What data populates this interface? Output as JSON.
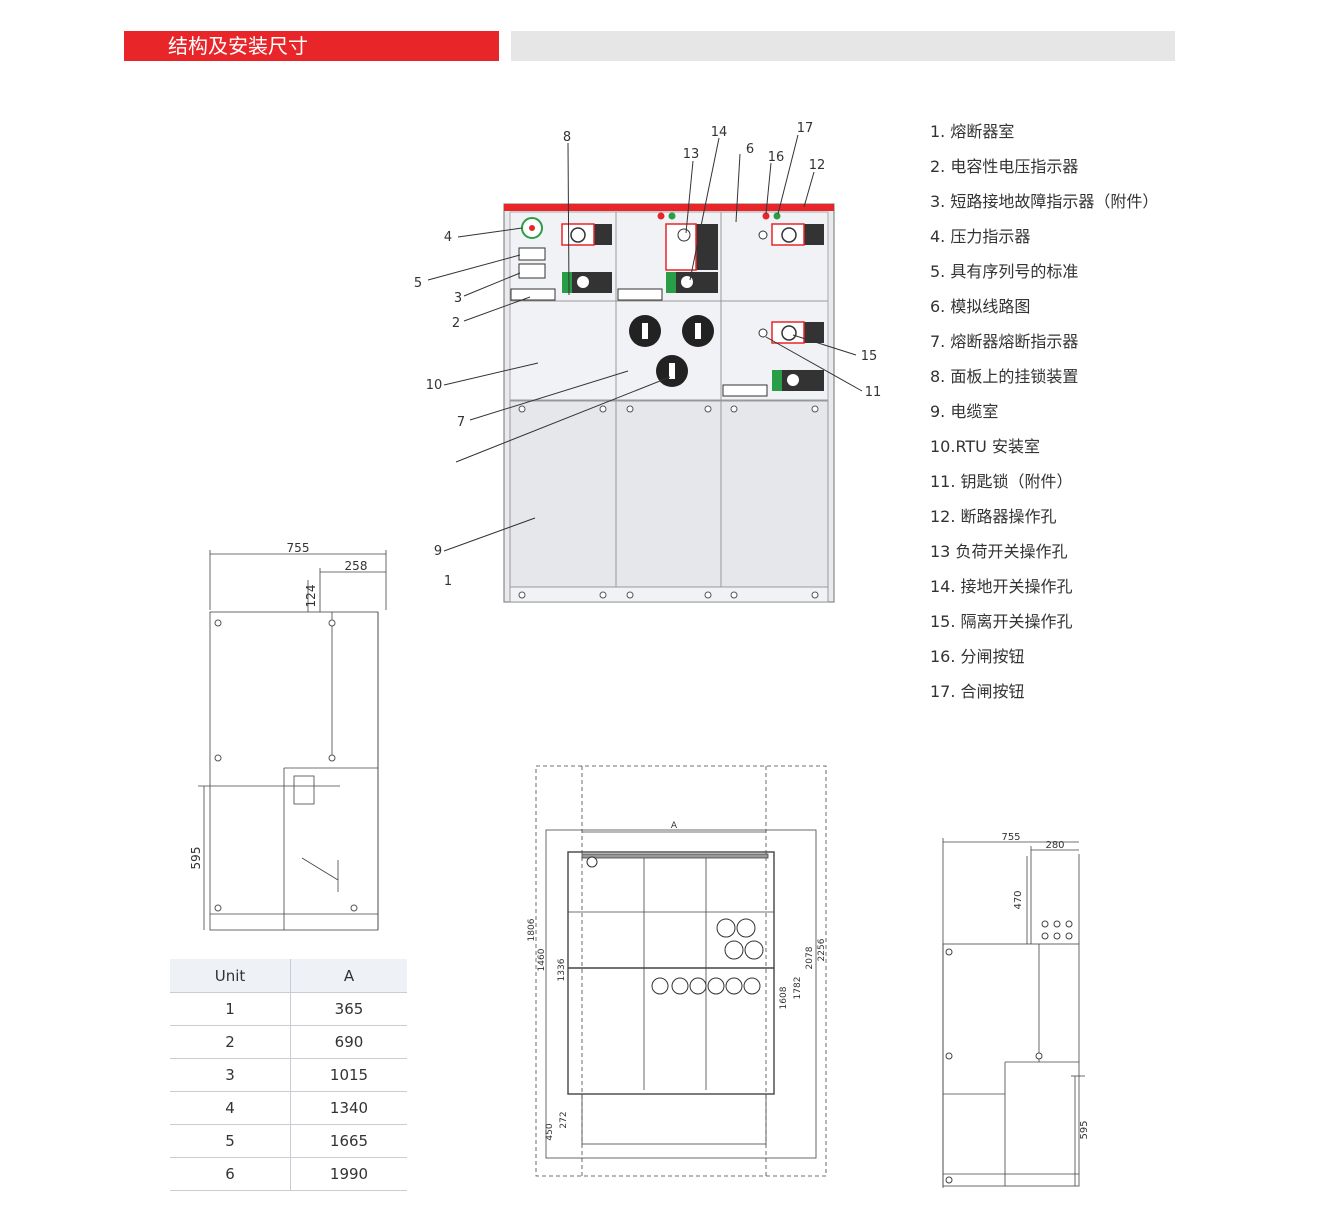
{
  "header": {
    "title": "结构及安装尺寸"
  },
  "front_view": {
    "callouts": [
      "1",
      "2",
      "3",
      "4",
      "5",
      "6",
      "7",
      "8",
      "9",
      "10",
      "11",
      "12",
      "13",
      "14",
      "15",
      "16",
      "17"
    ]
  },
  "legend": [
    "1. 熔断器室",
    "2. 电容性电压指示器",
    "3. 短路接地故障指示器（附件）",
    "4. 压力指示器",
    "5. 具有序列号的标准",
    "6. 模拟线路图",
    "7. 熔断器熔断指示器",
    "8. 面板上的挂锁装置",
    "9. 电缆室",
    "10.RTU 安装室",
    "11. 钥匙锁（附件）",
    "12. 断路器操作孔",
    "13 负荷开关操作孔",
    "14. 接地开关操作孔",
    "15. 隔离开关操作孔",
    "16. 分闸按钮",
    "17. 合闸按钮"
  ],
  "side_view_left": {
    "dims": [
      "755",
      "258",
      "124",
      "595"
    ]
  },
  "plan_view": {
    "dims": [
      "A",
      "1806",
      "1460",
      "1336",
      "450",
      "272",
      "1608",
      "1782",
      "2078",
      "2256"
    ]
  },
  "side_view_right": {
    "dims": [
      "755",
      "280",
      "470",
      "595"
    ]
  },
  "unit_table": {
    "headers": [
      "Unit",
      "A"
    ],
    "rows": [
      [
        "1",
        "365"
      ],
      [
        "2",
        "690"
      ],
      [
        "3",
        "1015"
      ],
      [
        "4",
        "1340"
      ],
      [
        "5",
        "1665"
      ],
      [
        "6",
        "1990"
      ]
    ]
  },
  "colors": {
    "accent_red": "#e8262a",
    "header_gray": "#e6e6e6",
    "panel_fill": "#f0f1f4",
    "green": "#2a9d47"
  }
}
